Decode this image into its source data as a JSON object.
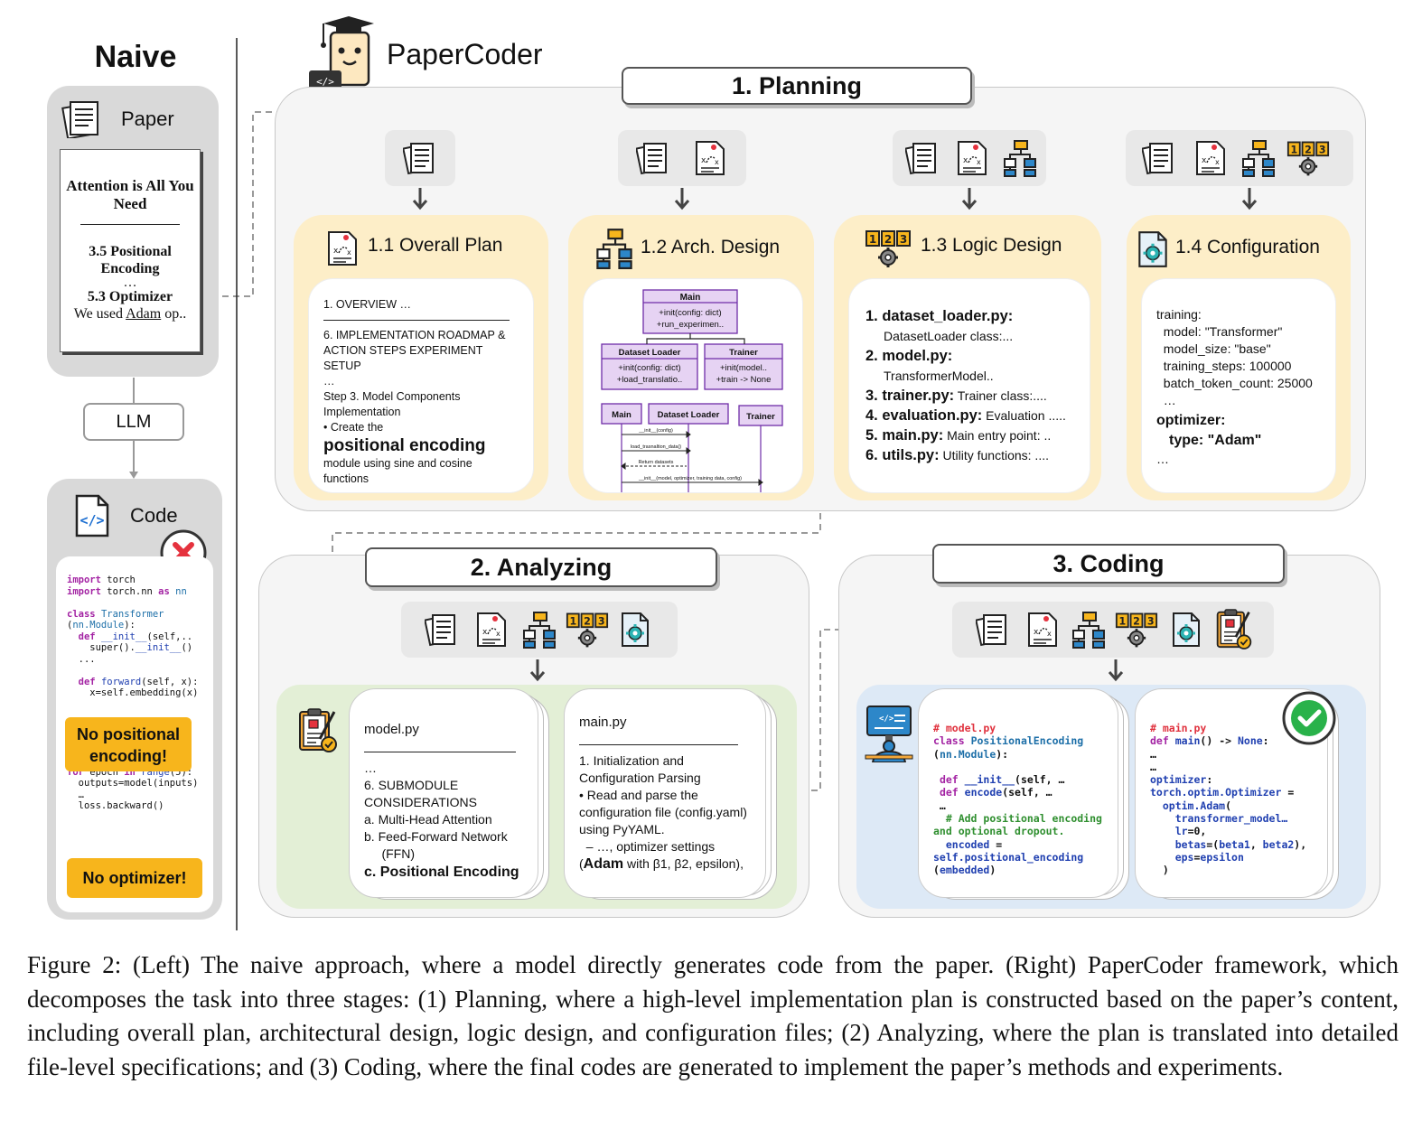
{
  "naive": {
    "title": "Naive",
    "paper_label": "Paper",
    "paper_title": "Attention is All You Need",
    "paper_section": "3.5 Positional Encoding",
    "paper_ellipsis": "…",
    "paper_optimizer": "5.3 Optimizer",
    "paper_text_before": "We used ",
    "paper_text_link": "Adam",
    "paper_text_after": " op..",
    "llm_label": "LLM",
    "code_label": "Code",
    "warning_1": "No positional encoding!",
    "warning_2": "No optimizer!"
  },
  "framework": {
    "name": "PaperCoder"
  },
  "planning": {
    "title": "1. Planning",
    "overall_plan": {
      "title": "1.1 Overall Plan",
      "lines": [
        "1. OVERVIEW …",
        "6. IMPLEMENTATION ROADMAP & ACTION STEPS EXPERIMENT SETUP",
        "…",
        "Step 3. Model Components Implementation",
        "• Create the"
      ],
      "highlight": "positional encoding",
      "tail": "module using sine and cosine functions"
    },
    "arch_design": {
      "title": "1.2 Arch. Design",
      "main_class": "Main",
      "main_methods": [
        "+init(config: dict)",
        "+run_experimen.."
      ],
      "loader_class": "Dataset Loader",
      "loader_methods": [
        "+init(config: dict)",
        "+load_translatio.."
      ],
      "trainer_class": "Trainer",
      "trainer_methods": [
        "+init(model..",
        "+train -> None"
      ],
      "seq_main": "Main",
      "seq_loader": "Dataset Loader",
      "seq_trainer": "Trainer",
      "seq_msgs": [
        "__init__(config)",
        "load_trasnaltion_data()",
        "Return datasets",
        "__init__(model, optimizer, training data, config)"
      ]
    },
    "logic_design": {
      "title": "1.3 Logic Design",
      "items": [
        {
          "num": "1.",
          "file": "dataset_loader.py:",
          "desc": "DatasetLoader class:..."
        },
        {
          "num": "2.",
          "file": "model.py:",
          "desc": "TransformerModel.."
        },
        {
          "num": "3.",
          "file": "trainer.py:",
          "desc": "Trainer class:...."
        },
        {
          "num": "4.",
          "file": "evaluation.py:",
          "desc": "Evaluation ....."
        },
        {
          "num": "5.",
          "file": "main.py:",
          "desc": "Main entry point: .."
        },
        {
          "num": "6.",
          "file": "utils.py:",
          "desc": "Utility functions: ...."
        }
      ]
    },
    "configuration": {
      "title": "1.4 Configuration",
      "lines": [
        "training:",
        "  model: \"Transformer\"",
        "  model_size: \"base\"",
        "  training_steps: 100000",
        "  batch_token_count: 25000",
        "  …"
      ],
      "optimizer_key": "optimizer:",
      "optimizer_type": "type: \"Adam\"",
      "tail": "…"
    }
  },
  "analyzing": {
    "title": "2. Analyzing",
    "model_file": "model.py",
    "model_lines": [
      "…",
      "6. SUBMODULE CONSIDERATIONS"
    ],
    "model_items": [
      "a.  Multi-Head Attention",
      "b.  Feed-Forward Network",
      "     (FFN)"
    ],
    "model_highlight": "c.  Positional Encoding",
    "main_file": "main.py",
    "main_lines": [
      "1. Initialization and Configuration Parsing",
      "• Read and parse the configuration file (config.yaml) using PyYAML.",
      "  – …, optimizer settings"
    ],
    "main_highlight_prefix": "(",
    "main_highlight": "Adam",
    "main_highlight_tail": " with β1, β2, epsilon),"
  },
  "coding": {
    "title": "3. Coding"
  },
  "caption": "Figure 2: (Left) The naive approach, where a model directly generates code from the paper. (Right) PaperCoder framework, which decomposes the task into three stages: (1) Planning, where a high-level implementation plan is constructed based on the paper’s content, including overall plan, architectural design, logic design, and configuration files; (2) Analyzing, where the plan is translated into detailed file-level specifications; and (3) Coding, where the final codes are generated to implement the paper’s methods and experiments.",
  "colors": {
    "step_card": "#fdeec8",
    "analyze_bg": "#e3efd6",
    "coding_bg": "#dde9f6",
    "warning": "#f7b51c",
    "uml_purple": "#6f2da8",
    "uml_fill": "#e6d3f3",
    "error_red": "#e5323e",
    "success_green": "#29b24a"
  }
}
